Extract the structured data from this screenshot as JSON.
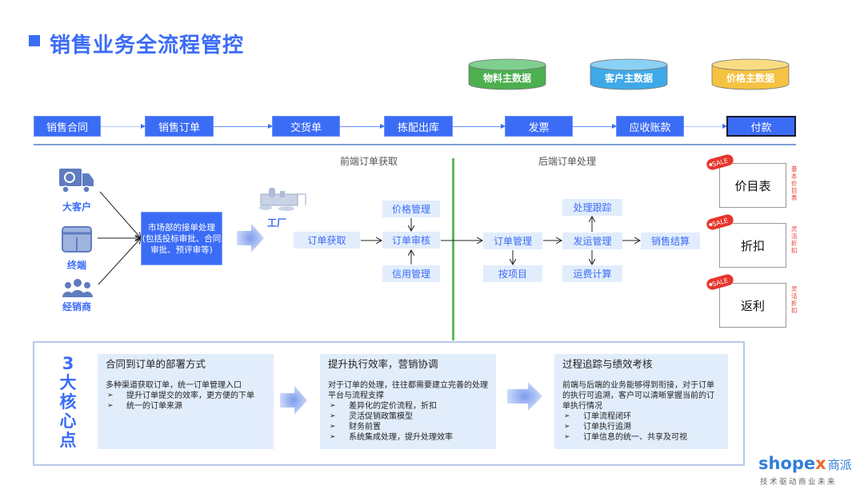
{
  "title": "销售业务全流程管控",
  "master_data": [
    {
      "label": "物料主数据",
      "color": "#4caf50",
      "top": "#7fcf8f"
    },
    {
      "label": "客户主数据",
      "color": "#3fa9e8",
      "top": "#8bd1f5"
    },
    {
      "label": "价格主数据",
      "color": "#f5c242",
      "top": "#f9dc82"
    }
  ],
  "flow": [
    "销售合同",
    "销售订单",
    "交货单",
    "拣配出库",
    "发票",
    "应收账款",
    "付款"
  ],
  "sections": {
    "front": "前端订单获取",
    "back": "后端订单处理"
  },
  "sources": [
    {
      "label": "大客户",
      "icon": "truck-icon"
    },
    {
      "label": "终端",
      "icon": "store-icon"
    },
    {
      "label": "经销商",
      "icon": "people-icon"
    }
  ],
  "market_box": [
    "市场部的接单处理",
    "(包括投标审批、合同",
    "审批、预评审等)"
  ],
  "factory": "工厂",
  "front_nodes": {
    "get": "订单获取",
    "review": "订单审核",
    "price": "价格管理",
    "credit": "信用管理"
  },
  "back_nodes": {
    "manage": "订单管理",
    "project": "按项目",
    "ship": "发运管理",
    "track": "处理跟踪",
    "freight": "运费计算",
    "settle": "销售结算"
  },
  "price_items": [
    {
      "label": "价目表",
      "tag": "SALE",
      "note": "基本价目表"
    },
    {
      "label": "折扣",
      "tag": "SALE",
      "note": "灵活折扣"
    },
    {
      "label": "返利",
      "tag": "SALE",
      "note": "灵活折扣"
    }
  ],
  "core_title": "3大核心点",
  "cards": [
    {
      "title": "合同到订单的部署方式",
      "text": "多种渠道获取订单，统一订单管理入口",
      "bullets": [
        "提升订单提交的效率，更方便的下单",
        "统一的订单来源"
      ]
    },
    {
      "title": "提升执行效率，营销协调",
      "text": "对于订单的处理，往往都需要建立完善的处理平台与流程支撑",
      "bullets": [
        "差异化的定价流程，折扣",
        "灵活促销政策模型",
        "财务前置",
        "系统集成处理，提升处理效率"
      ]
    },
    {
      "title": "过程追踪与绩效考核",
      "text": "前端与后端的业务能够得到衔接，对于订单的执行可追溯，客户可以清晰掌握当前的订单执行情况",
      "bullets": [
        "订单流程闭环",
        "订单执行追溯",
        "订单信息的统一、共享及可视"
      ]
    }
  ],
  "logo": {
    "brand": "shopex",
    "brand_cn": "商派",
    "tagline": "技术驱动商业未来"
  }
}
